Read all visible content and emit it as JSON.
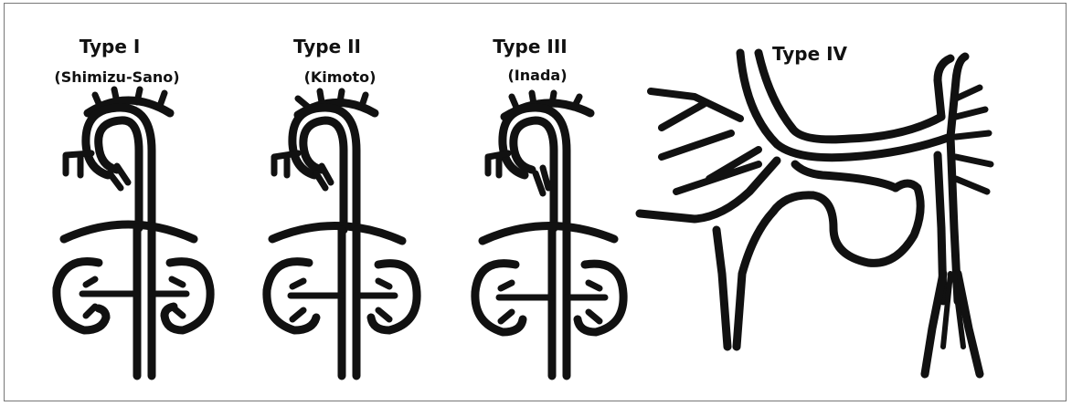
{
  "panels": [
    {
      "type_label": "Type I",
      "author": "(Shimizu-Sano)"
    },
    {
      "type_label": "Type II",
      "author": "(Kimoto)"
    },
    {
      "type_label": "Type III",
      "author": "(Inada)"
    },
    {
      "type_label": "Type IV",
      "author": ""
    }
  ],
  "colors": {
    "line": "#111111",
    "border": "#777777",
    "background": "#ffffff"
  }
}
